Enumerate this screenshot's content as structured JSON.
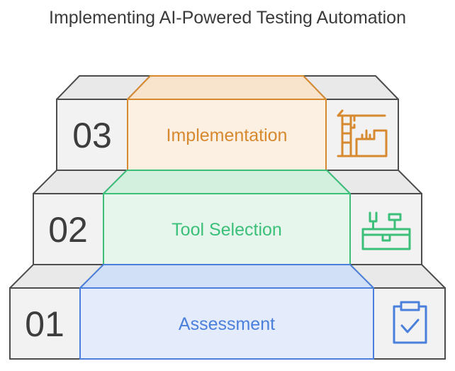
{
  "title": "Implementing AI-Powered Testing Automation",
  "colors": {
    "grey_fill": "#f2f2f2",
    "grey_stroke": "#4d4d4d"
  },
  "steps": [
    {
      "number": "01",
      "label": "Assessment",
      "icon": "clipboard-check-icon",
      "fill": "#e4ecfb",
      "top_fill": "#d2e0f7",
      "stroke": "#4a7fdc",
      "text_color": "#4a7fdc"
    },
    {
      "number": "02",
      "label": "Tool Selection",
      "icon": "toolbox-icon",
      "fill": "#e6f6ec",
      "top_fill": "#d3efdd",
      "stroke": "#3cc079",
      "text_color": "#3cc079"
    },
    {
      "number": "03",
      "label": "Implementation",
      "icon": "construction-crane-icon",
      "fill": "#fcf0e3",
      "top_fill": "#f8e3cc",
      "stroke": "#d7892f",
      "text_color": "#d7892f"
    }
  ]
}
